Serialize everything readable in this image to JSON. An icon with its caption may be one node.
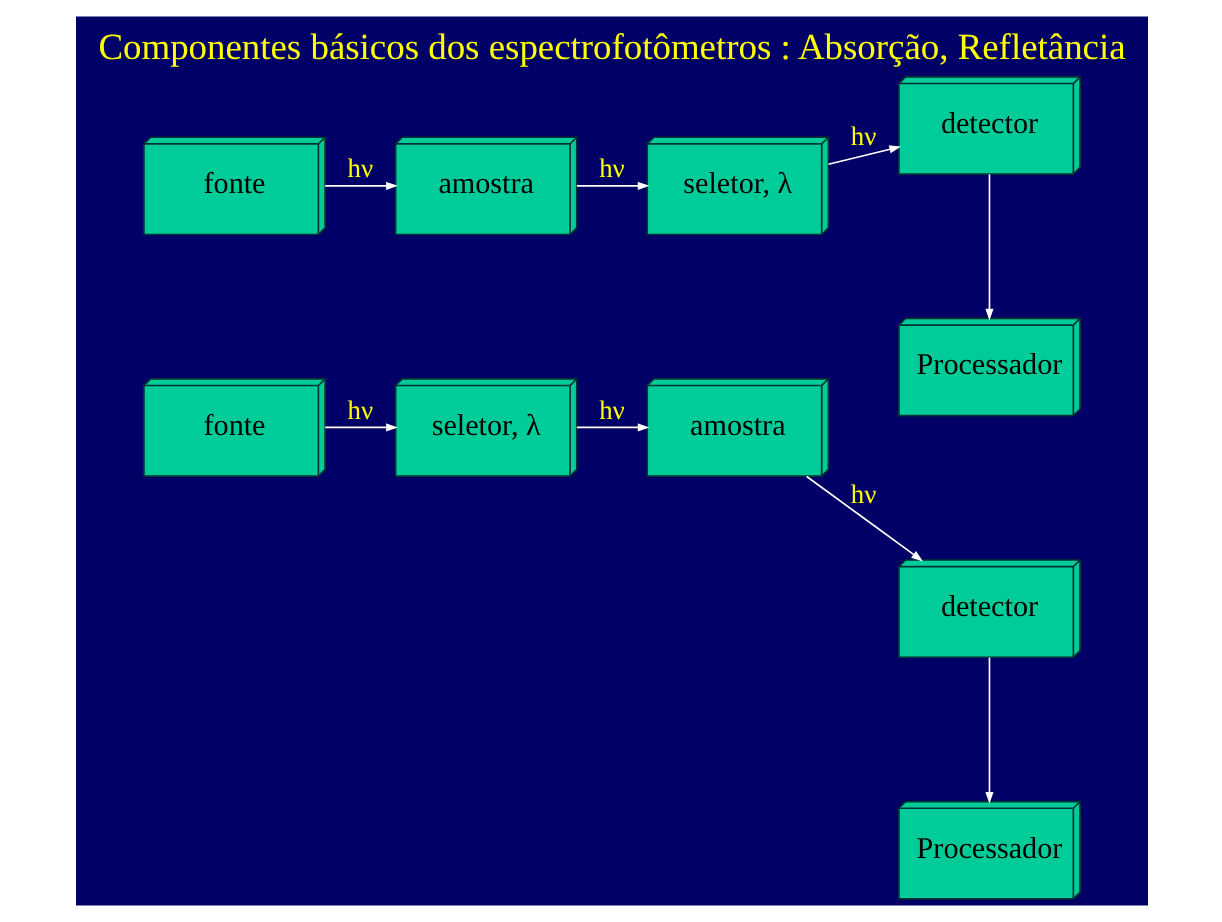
{
  "diagram": {
    "title": "Componentes básicos dos espectrofotômetros : Absorção, Refletância",
    "nodes": [
      {
        "text": [
          "fonte"
        ]
      },
      {
        "text": [
          "amostra"
        ]
      },
      {
        "text": [
          "seletor, λ"
        ]
      },
      {
        "text": [
          "detector"
        ]
      },
      {
        "text": [
          "Processador"
        ]
      },
      {
        "text": [
          "fonte"
        ]
      },
      {
        "text": [
          "seletor, λ"
        ]
      },
      {
        "text": [
          "amostra"
        ]
      },
      {
        "text": [
          "detector"
        ]
      },
      {
        "text": [
          "Processador"
        ]
      }
    ],
    "edges": [
      {
        "from": 0,
        "to": 1,
        "arrow": "to",
        "label": "hν"
      },
      {
        "from": 1,
        "to": 2,
        "arrow": "to",
        "label": "hν"
      },
      {
        "from": 2,
        "to": 3,
        "arrow": "to",
        "label": "hν"
      },
      {
        "from": 3,
        "to": 4,
        "arrow": "to"
      },
      {
        "from": 5,
        "to": 6,
        "arrow": "to",
        "label": "hν"
      },
      {
        "from": 6,
        "to": 7,
        "arrow": "to",
        "label": "hν"
      },
      {
        "from": 7,
        "to": 8,
        "arrow": "to",
        "label": "hν"
      },
      {
        "from": 8,
        "to": 9,
        "arrow": "to"
      }
    ]
  }
}
